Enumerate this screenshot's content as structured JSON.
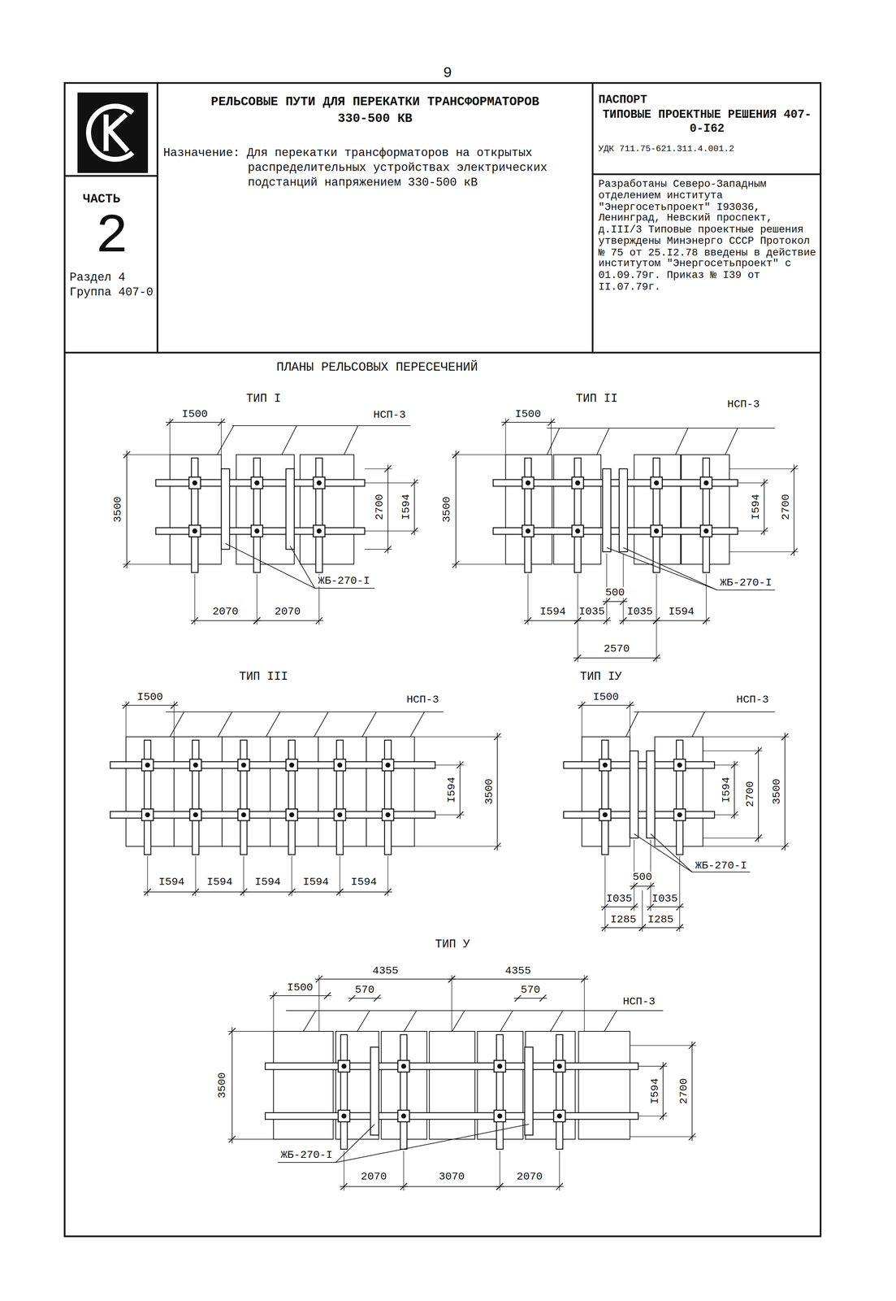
{
  "diagram": {
    "nodes": [
      {
        "text": [
          "РЕЛЬСОВЫЕ ПУТИ ДЛЯ ПЕРЕКАТКИ ТРАНСФОРМАТОРОВ 330-500 КВ",
          "Назначение: Для перекатки трансформаторов на открытых распределительных устройствах электрических подстанций напряжением 330-500 кВ"
        ]
      },
      {
        "text": [
          "ПАСПОРТ",
          "ТИПОВЫЕ ПРОЕКТНЫЕ РЕШЕНИЯ 407-0-I62",
          "УДК 711.75-621.311.4.001.2"
        ]
      },
      {
        "text": [
          "ЧАСТЬ",
          "2",
          "Раздел 4 Группа 407-0"
        ]
      },
      {
        "text": [
          "Разработаны Северо-Западным отделением института \"Энергосетьпроект\" I93036, Ленинград, Невский проспект, д.III/3 Типовые проектные решения утверждены Минэнерго СССР Протокол № 75 от 25.I2.78 введены в действие институтом \"Энергосетьпроект\" с 01.09.79г. Приказ № I39 от II.07.79г."
        ]
      }
    ],
    "labels": [
      "9",
      "ПЛАНЫ РЕЛЬСОВЫХ ПЕРЕСЕЧЕНИЙ",
      "ТИП I",
      "I500",
      "НСП-3",
      "3500",
      "2700",
      "I594",
      "ЖБ-270-I",
      "2070",
      "2070",
      "ТИП II",
      "I500",
      "НСП-3",
      "3500",
      "I594",
      "2700",
      "500",
      "ЖБ-270-I",
      "I594",
      "I035",
      "I035",
      "I594",
      "2570",
      "ТИП III",
      "I500",
      "НСП-3",
      "I594",
      "3500",
      "I594",
      "I594",
      "I594",
      "I594",
      "I594",
      "ТИП IУ",
      "I500",
      "НСП-3",
      "I594",
      "2700",
      "3500",
      "500",
      "ЖБ-270-I",
      "I035",
      "I035",
      "I285",
      "I285",
      "ТИП У",
      "4355",
      "4355",
      "I500",
      "570",
      "570",
      "НСП-3",
      "3500",
      "I594",
      "2700",
      "ЖБ-270-I",
      "2070",
      "3070",
      "2070"
    ]
  }
}
